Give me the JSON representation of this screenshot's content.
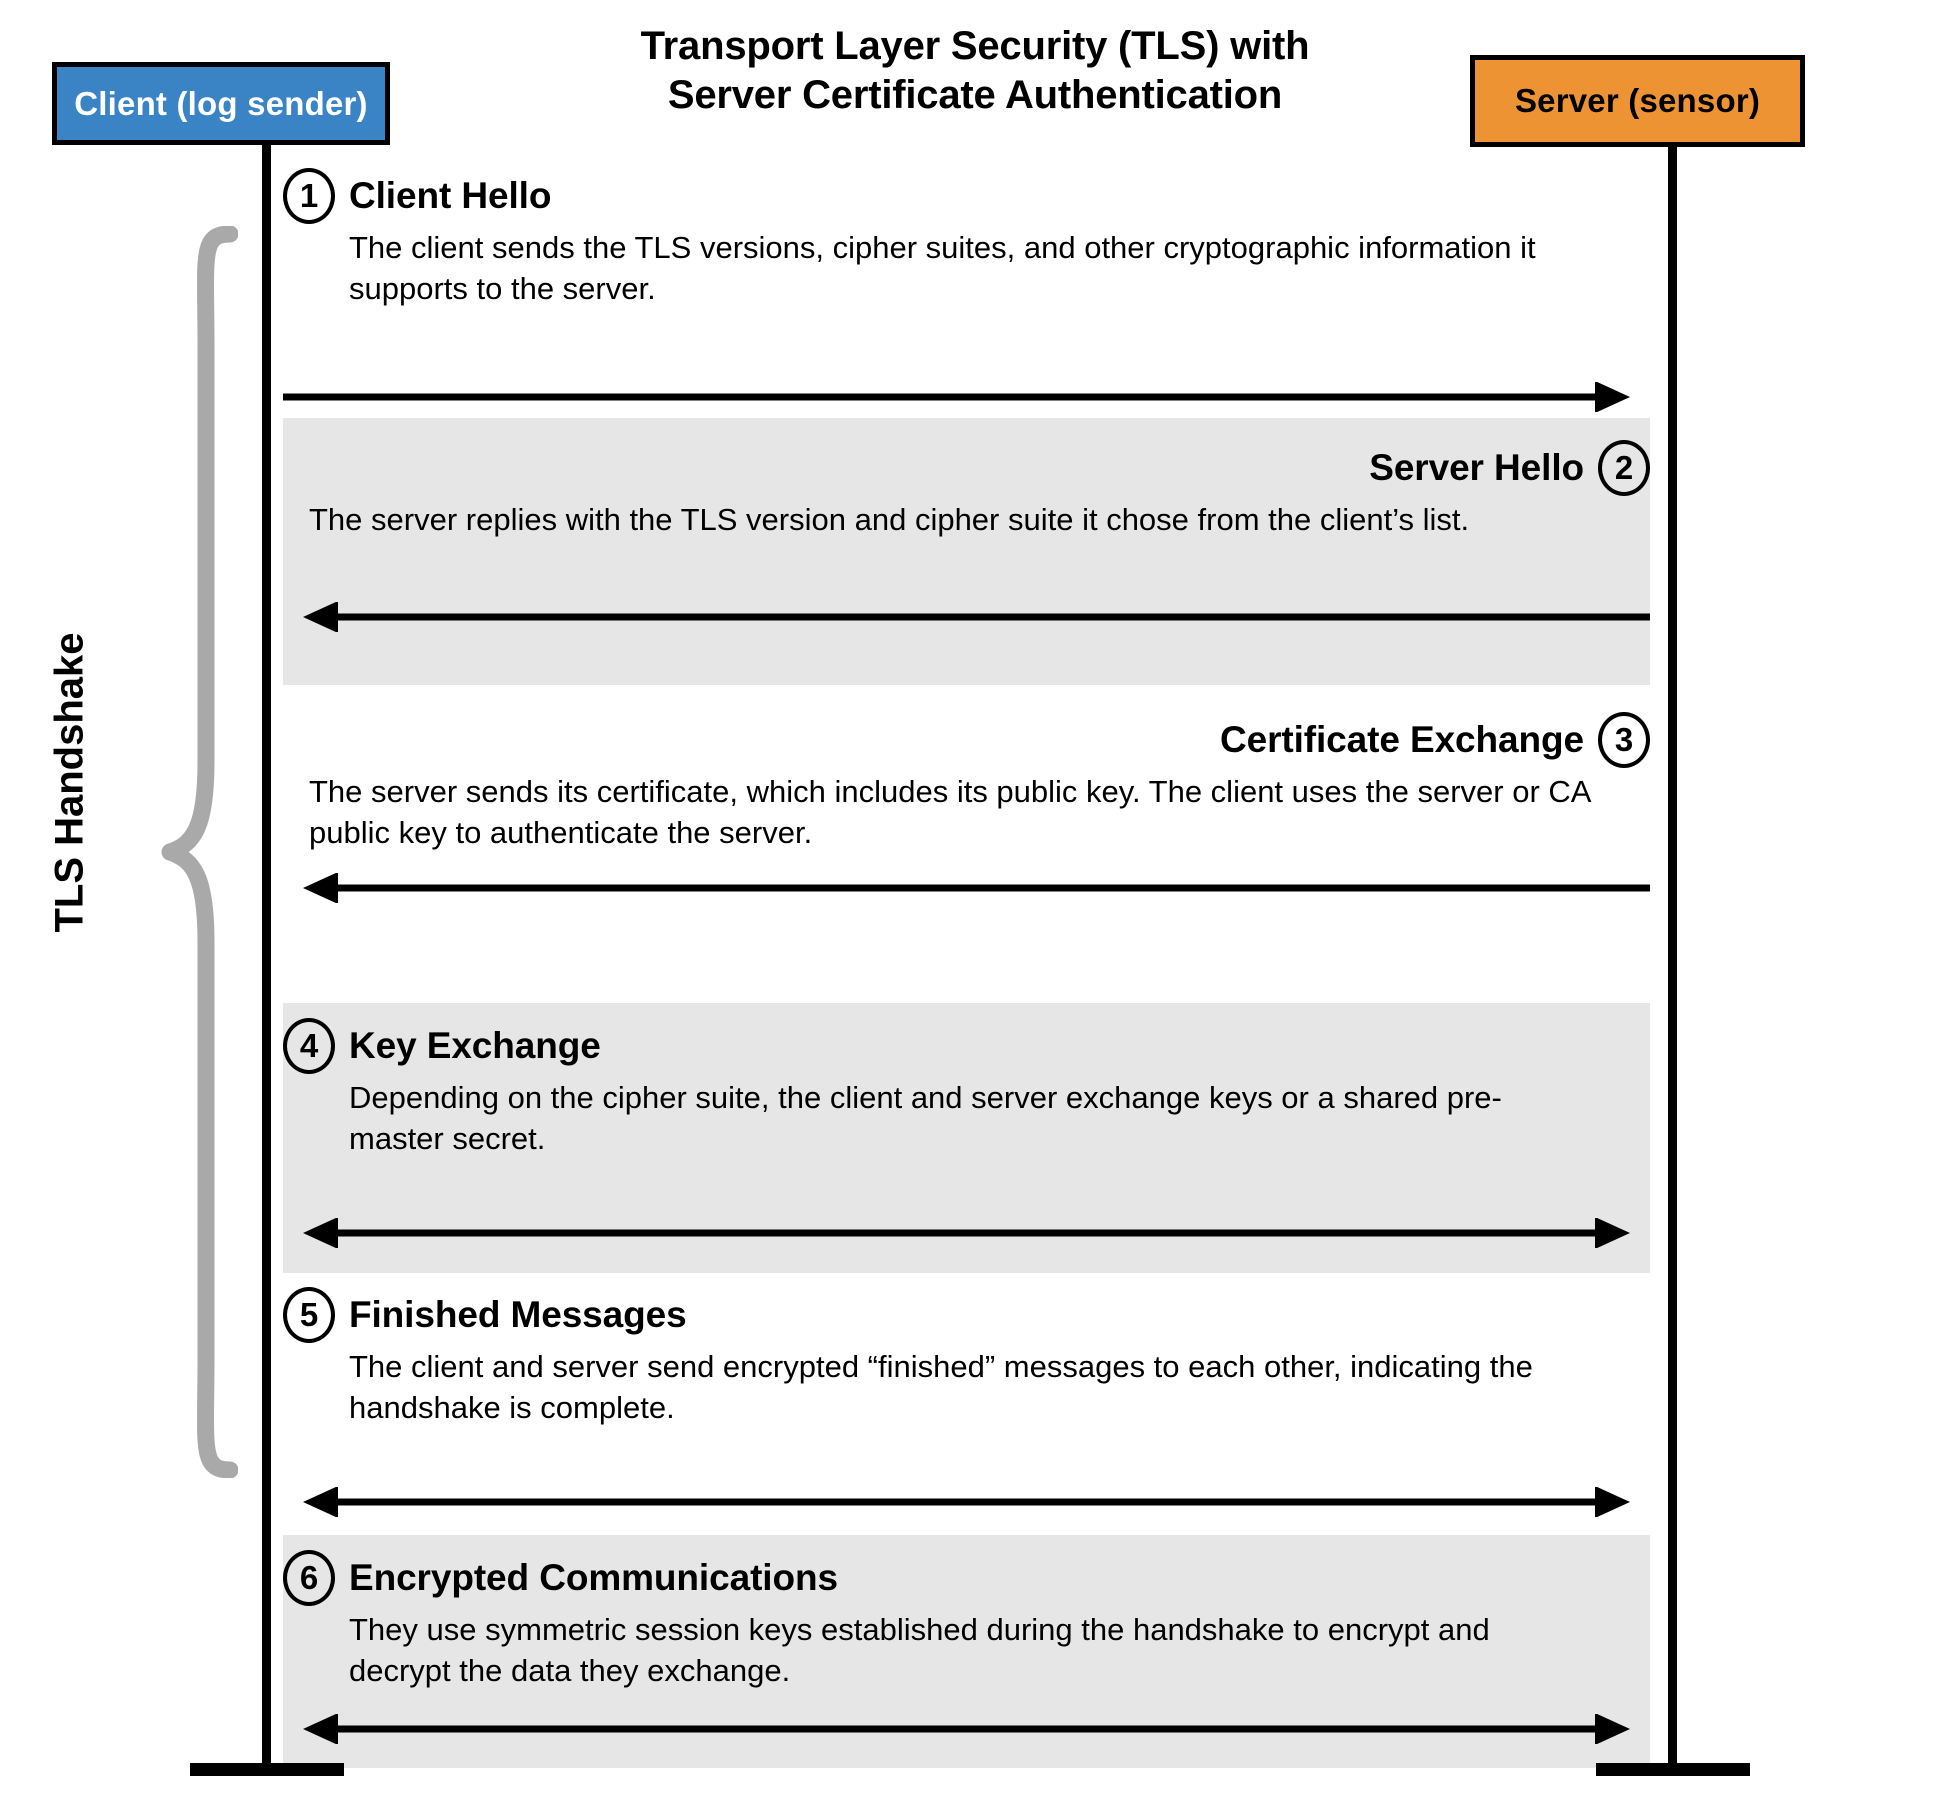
{
  "title": {
    "line1": "Transport Layer Security (TLS) with",
    "line2": "Server Certificate Authentication"
  },
  "actors": {
    "client": {
      "label": "Client (log sender)",
      "color": "#3a84c6"
    },
    "server": {
      "label": "Server (sensor)",
      "color": "#ed9333"
    }
  },
  "bracket": {
    "label": "TLS Handshake",
    "color": "#a9a9a9"
  },
  "colors": {
    "band": "#e6e6e6",
    "line": "#000000",
    "page": "#ffffff"
  },
  "steps": [
    {
      "number": "1",
      "title": "Client Hello",
      "desc": "The client sends the TLS versions, cipher suites, and other cryptographic information it supports to the server.",
      "align": "left",
      "direction": "right",
      "banded": false
    },
    {
      "number": "2",
      "title": "Server Hello",
      "desc": "The server replies with the TLS version and cipher suite it chose from the client’s list.",
      "align": "right",
      "direction": "left",
      "banded": true
    },
    {
      "number": "3",
      "title": "Certificate Exchange",
      "desc": "The server sends its certificate, which includes its public key. The client uses the server or CA public key to authenticate the server.",
      "align": "right",
      "direction": "left",
      "banded": false
    },
    {
      "number": "4",
      "title": "Key Exchange",
      "desc": "Depending on the cipher suite, the client and server exchange keys or a shared pre-master secret.",
      "align": "left",
      "direction": "both",
      "banded": true
    },
    {
      "number": "5",
      "title": "Finished Messages",
      "desc": "The client and server send encrypted “finished” messages to each other, indicating the handshake is complete.",
      "align": "left",
      "direction": "both",
      "banded": false
    },
    {
      "number": "6",
      "title": "Encrypted Communications",
      "desc": "They use symmetric session keys established during the handshake to encrypt and decrypt the data they exchange.",
      "align": "left",
      "direction": "both",
      "banded": true
    }
  ]
}
